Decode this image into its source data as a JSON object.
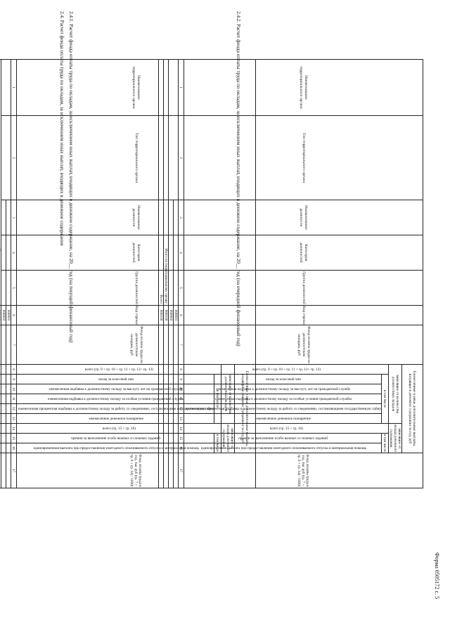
{
  "page": {
    "form_code": "Форма 0505172 с. 5",
    "section_title": "2.4. Расчет фонда оплаты труда по окладам, за исключением иных выплат, входящих в денежное содержание",
    "subsection1_title": "2.4.1. Расчет фонда оплаты труда по окладам, за исключением иных выплат, входящих в денежное содержание, на 20__ год (на текущий финансовый год)",
    "subsection2_title": "2.4.2. Расчет фонда оплаты труда по окладам, за исключением иных выплат, входящих в денежное содержание, на 20__ год (на очередной финансовый год)"
  },
  "table": {
    "col_name_org": "Наименование территориального органа",
    "col_type_org": "Тип территориального органа",
    "col_position": "Наименование должности",
    "col_category": "Категория должностей",
    "col_group": "Группа должностей",
    "col_code": "Код строки",
    "col_fund_salary": "Фонд оплаты труда по должностным окладам, руб",
    "header_extra": "Ежемесячные и иные дополнительные выплаты, входящие в денежное содержание за год, руб",
    "header_dep_salaries": "зависящие от количества должностных окладов",
    "header_dep_allowance": "зависящие от оклада денежного содержания",
    "header_total_8": "всего (гр. 9 + гр. 10 + гр. 11 + гр. 12+ гр. 13)",
    "header_incl": "в том числе",
    "col_class_rank": "оклад за классный чин",
    "col_seniority": "ежемесячная надбавка к должностному окладу за выслугу лет на гражданской службе",
    "col_special": "ежемесячная надбавка к должностному окладу за особые условия гражданской службы",
    "col_secret": "ежемесячная процентная надбавка к должностному окладу за работу со сведениями, составляющими государственную тайну",
    "col_monthly_bonus": "ежемесячное денежное поощрение",
    "header_total_14": "всего (гр. 15 + гр. 16)",
    "col_premium": "премии за выполнение особо важных и сложных заданий",
    "col_lump_sum": "единовременная выплата при предоставлении ежегодного оплачиваемого отпуска и материальная помощь",
    "col_fund_total": "Фонд оплаты труда в год, тыс руб (гр. 7 + гр. 8 + гр. 14) / 1000)",
    "col_numbers": [
      "1",
      "2",
      "3",
      "4",
      "5",
      "6",
      "7",
      "8",
      "9",
      "10",
      "11",
      "12",
      "13",
      "14",
      "15",
      "16",
      "17"
    ],
    "codes": [
      "000001",
      "000002",
      "900100",
      "900100"
    ],
    "total_territorial": "Итого по территориальному органу",
    "total_all": "Всего"
  }
}
